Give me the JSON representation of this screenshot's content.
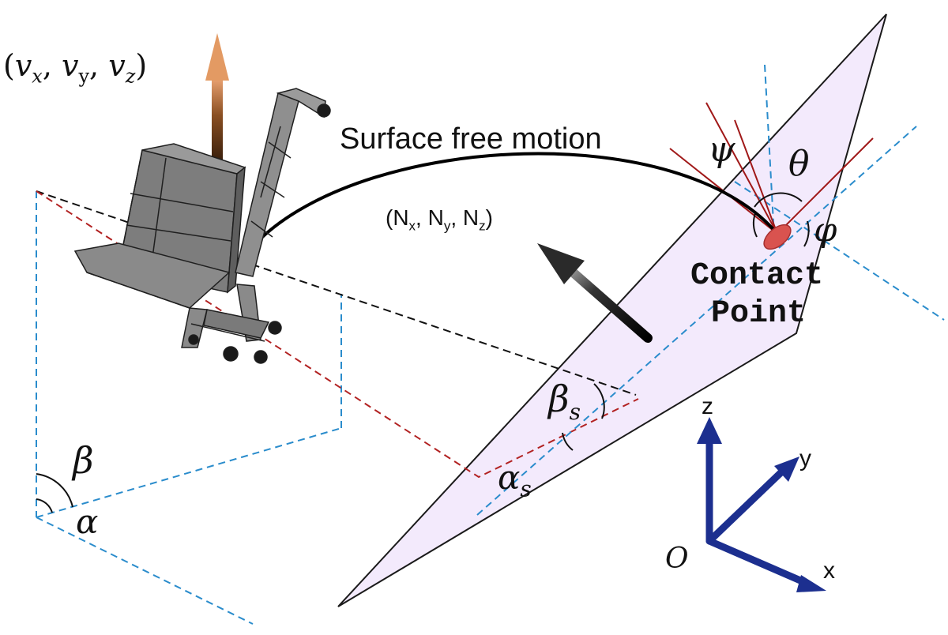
{
  "labels": {
    "velocity": "(vₓ, vᵧ, v_z)",
    "velocity_parts": [
      "(",
      "v",
      "x",
      ", ",
      "v",
      "y",
      ", ",
      "v",
      "z",
      ")"
    ],
    "normal_vector": "(Nₓ, Nᵧ, N_z)",
    "normal_parts": [
      "(N",
      "x",
      ", N",
      "y",
      ", N",
      "z",
      ")"
    ],
    "motion": "Surface free motion",
    "psi": "ψ",
    "theta": "θ",
    "phi": "φ",
    "contact_line1": "Contact",
    "contact_line2": "Point",
    "beta_s": "β",
    "beta_s_sub": "s",
    "alpha_s": "α",
    "alpha_s_sub": "s",
    "beta": "β",
    "alpha": "α",
    "axis_z": "z",
    "axis_y": "y",
    "axis_x": "x",
    "origin": "O"
  },
  "colors": {
    "plane_fill": "#f3eafc",
    "plane_stroke": "#1a1a1a",
    "dashed_blue": "#2a8ccc",
    "dashed_red": "#b22222",
    "dashed_black": "#111111",
    "angle_lines_red": "#a01818",
    "contact_point": "#d9534f",
    "axes": "#1c2f8f",
    "lander_body": "#7d7d7d",
    "velocity_arrow": "#b06a35",
    "normal_arrow": "#222222"
  },
  "icons": {
    "lander": "lander-rover-icon",
    "velocity_arrow": "velocity-arrow-icon",
    "normal_arrow": "normal-vector-arrow-icon",
    "contact_point": "contact-point-marker"
  }
}
